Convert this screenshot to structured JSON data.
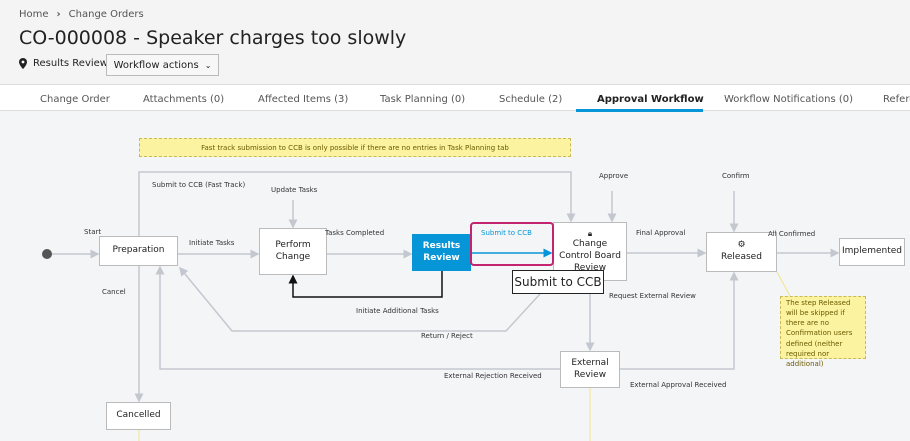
{
  "breadcrumb": {
    "home": "Home",
    "section": "Change Orders"
  },
  "page_title": "CO-000008 - Speaker charges too slowly",
  "current_state": "Results Review",
  "workflow_actions_label": "Workflow actions",
  "tabs": [
    "Change Order",
    "Attachments (0)",
    "Affected Items (3)",
    "Task Planning (0)",
    "Schedule (2)",
    "Approval Workflow",
    "Workflow Notifications (0)",
    "Refere"
  ],
  "active_tab": "Approval Workflow",
  "accent_color": "#0696d7",
  "diagram": {
    "notes": {
      "top": "Fast track submission to CCB is only possible if there are no entries in Task Planning tab",
      "released": "The step Released will be skipped if there are no Confirmation users defined (neither required nor additional)"
    },
    "nodes": {
      "preparation": "Preparation",
      "perform_change": "Perform Change",
      "results_review": "Results Review",
      "ccb": "Change Control Board Review",
      "released": "Released",
      "implemented": "Implemented",
      "external_review": "External Review",
      "cancelled": "Cancelled"
    },
    "transitions": {
      "start": "Start",
      "initiate_tasks": "Initiate Tasks",
      "fast_track": "Submit to CCB (Fast Track)",
      "update_tasks": "Update Tasks",
      "tasks_completed": "Tasks Completed",
      "submit_ccb": "Submit to CCB",
      "approve": "Approve",
      "final_approval": "Final Approval",
      "confirm": "Confirm",
      "all_confirmed": "All Confirmed",
      "initiate_additional": "Initiate Additional Tasks",
      "return_reject": "Return / Reject",
      "request_external": "Request External Review",
      "external_rejection": "External Rejection Received",
      "external_approval": "External Approval Received",
      "cancel": "Cancel"
    },
    "tooltip": "Submit to CCB"
  }
}
